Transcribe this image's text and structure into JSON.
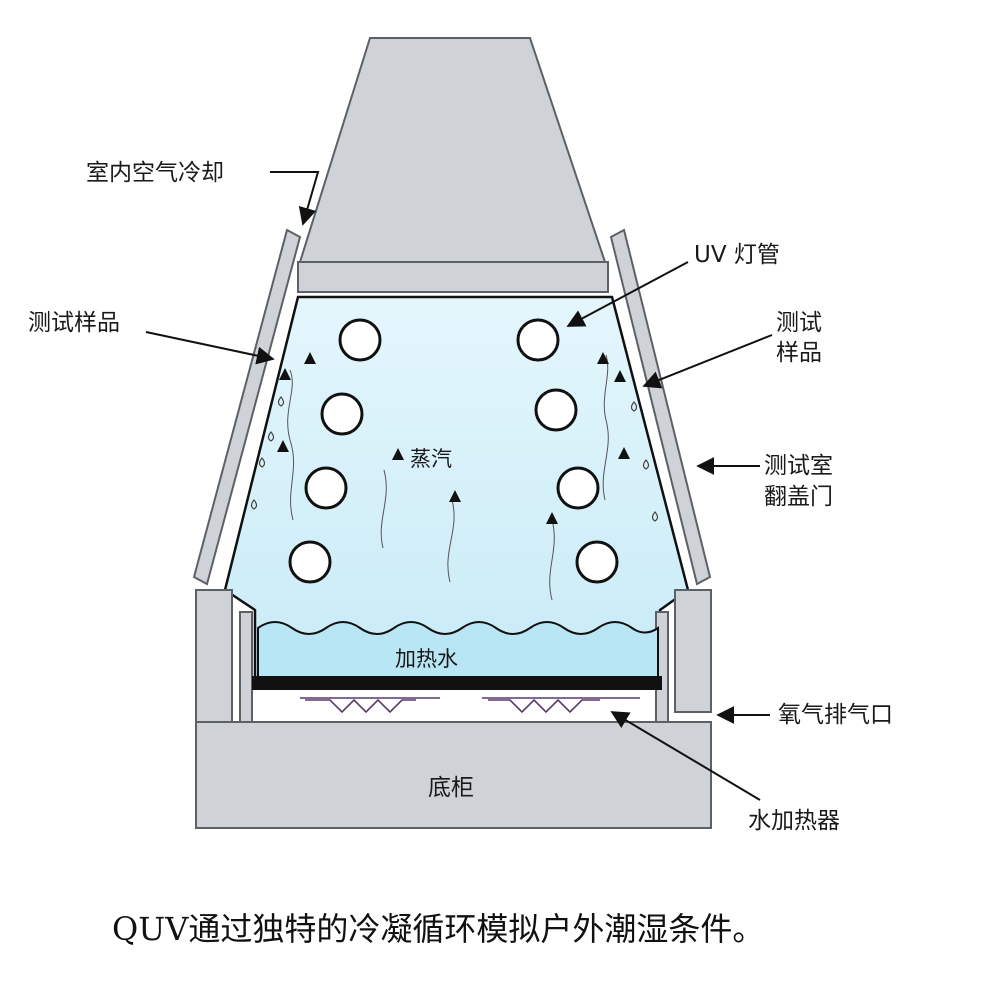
{
  "labels": {
    "indoor_air_cooling": "室内空气冷却",
    "test_sample_left": "测试样品",
    "uv_lamp": "UV 灯管",
    "test_sample_right_1": "测试",
    "test_sample_right_2": "样品",
    "chamber_door_1": "测试室",
    "chamber_door_2": "翻盖门",
    "steam": "蒸汽",
    "heated_water": "加热水",
    "vent": "氧气排气口",
    "base_cabinet": "底柜",
    "water_heater": "水加热器"
  },
  "caption": "QUV通过独特的冷凝循环模拟户外潮湿条件。",
  "colors": {
    "housing_gray": "#cfd2d6",
    "housing_stroke": "#5c6168",
    "chamber_fill": "#d6f0fa",
    "water_fill": "#b9e6f4",
    "heater_coil": "#5a3a6a",
    "line": "#111111"
  }
}
